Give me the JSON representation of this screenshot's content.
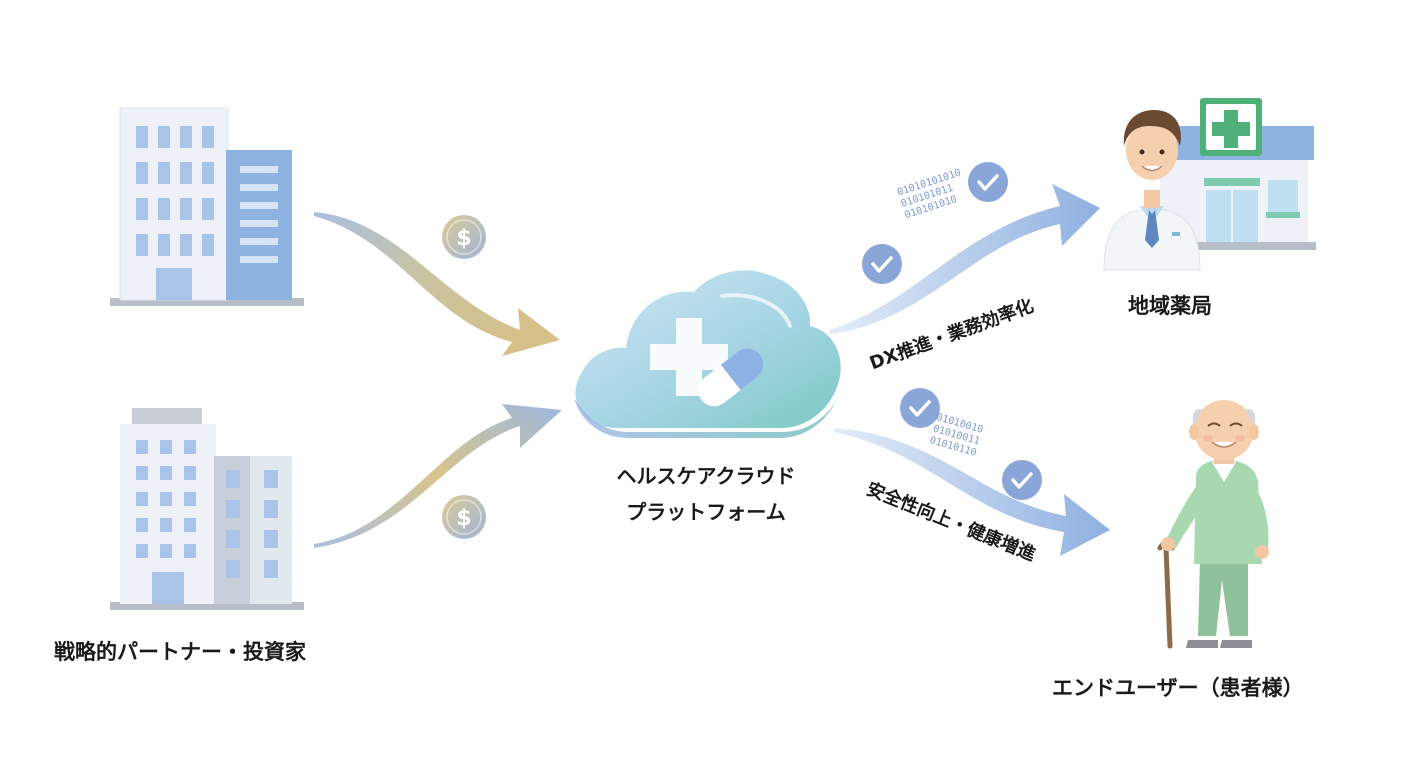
{
  "labels": {
    "partners": "戦略的パートナー・投資家",
    "platform_line1": "ヘルスケアクラウド",
    "platform_line2": "プラットフォーム",
    "pharmacy": "地域薬局",
    "end_user": "エンドユーザー（患者様）",
    "dx_benefit": "DX推進・業務効率化",
    "safety_benefit": "安全性向上・健康増進"
  },
  "binary_top": [
    "01010101010",
    "010101011",
    "010101010"
  ],
  "binary_bottom": [
    "01010010",
    "01010011",
    "01010110"
  ],
  "icons": {
    "money": "dollar-coin-icon",
    "check": "checkmark-badge-icon"
  },
  "colors": {
    "arrow_gold": "#d8c48a",
    "arrow_blue": "#9cb8e0",
    "cloud_light": "#b8dcea",
    "cloud_teal": "#7fcbc8",
    "cross_green": "#4fb07a",
    "badge_blue": "#8aa6d8"
  }
}
